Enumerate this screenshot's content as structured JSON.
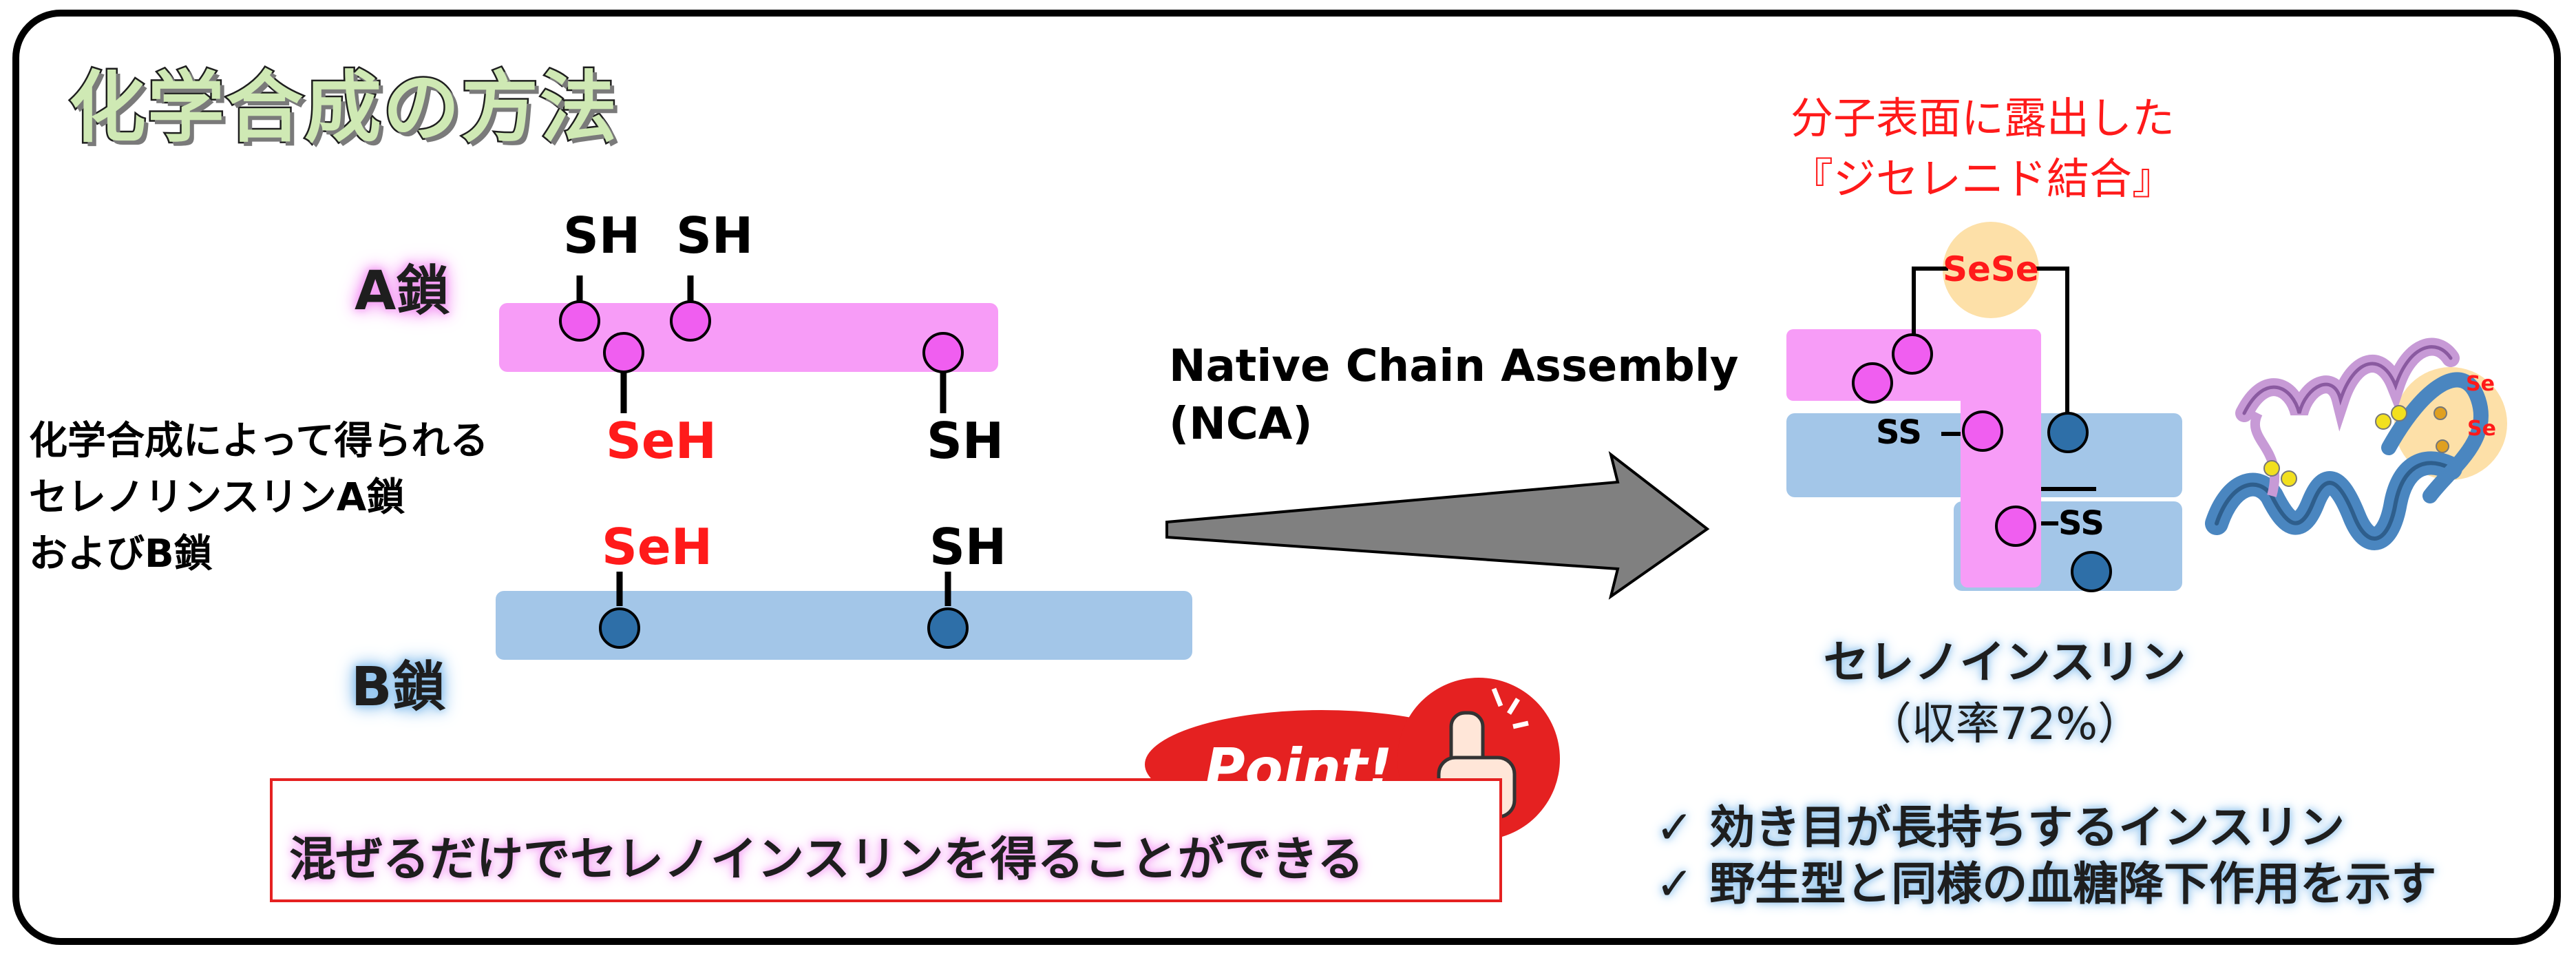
{
  "title": "化学合成の方法",
  "chain_a": {
    "label": "A鎖",
    "top_groups": [
      "SH",
      "SH"
    ],
    "bottom_groups": [
      "SeH",
      "SH"
    ]
  },
  "chain_b": {
    "label": "B鎖",
    "groups": [
      "SeH",
      "SH"
    ]
  },
  "description": {
    "line1": "化学合成によって得られる",
    "line2": "セレノリンスリンA鎖",
    "line3": "およびB鎖"
  },
  "reaction": {
    "line1": "Native Chain Assembly",
    "line2": "(NCA)"
  },
  "exposed_note": {
    "line1": "分子表面に露出した",
    "line2": "『ジセレニド結合』"
  },
  "product_diagram": {
    "sese_label": "SeSe",
    "ss_labels": [
      "SS",
      "SS"
    ],
    "se_labels": [
      "Se",
      "Se"
    ]
  },
  "product": {
    "name": "セレノインスリン",
    "yield": "（収率72%）"
  },
  "merits": [
    "✓ 効き目が長持ちするインスリン",
    "✓ 野生型と同様の血糖降下作用を示す"
  ],
  "point": {
    "badge": "Point!",
    "text": "混ぜるだけでセレノインスリンを得ることができる"
  },
  "colors": {
    "chain_a": "#f79cf7",
    "chain_b": "#a3c6e8",
    "node_a": "#f05ef0",
    "node_b": "#2e6fa8",
    "accent_red": "#ff1a1a",
    "arrow": "#808080",
    "highlight": "#fde0a8"
  }
}
